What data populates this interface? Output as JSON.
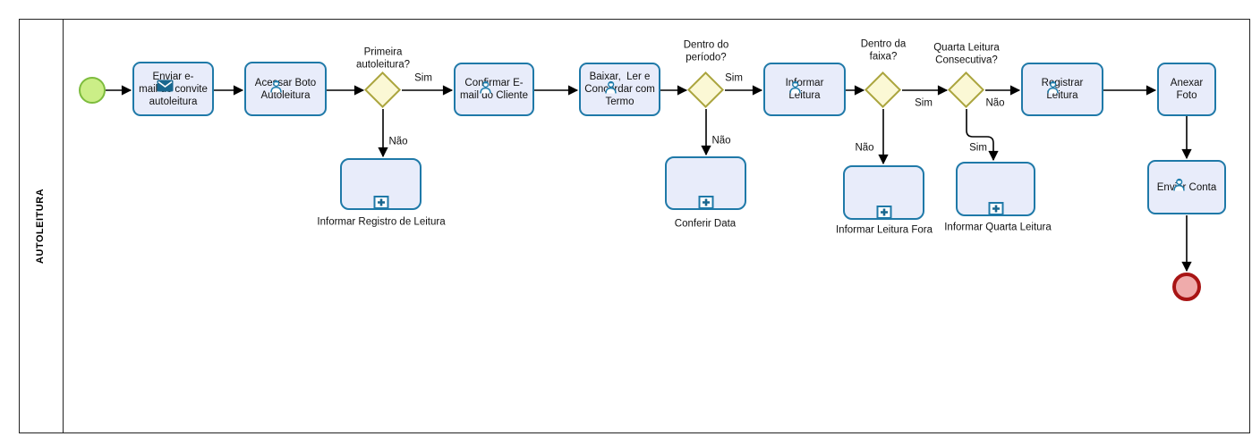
{
  "lane_label": "AUTOLEITURA",
  "tasks": [
    {
      "label": "Enviar e-\nmail de convite\nautoleitura",
      "icon": "mail-send-icon"
    },
    {
      "label": "Acessar Boto\nAutoleitura",
      "icon": "user-icon"
    },
    {
      "label": "Confirmar E-\nmail do Cliente",
      "icon": "user-icon"
    },
    {
      "label": "Baixar,  Ler e\nConcordar com\nTermo",
      "icon": "user-icon"
    },
    {
      "label": "Informar\nLeitura",
      "icon": "user-icon"
    },
    {
      "label": "Registrar\nLeitura",
      "icon": "user-icon"
    },
    {
      "label": "Anexar\nFoto",
      "icon": "none"
    },
    {
      "label": "Enviar Conta",
      "icon": "user-icon"
    }
  ],
  "gateways": [
    {
      "label": "Primeira\nautoleitura?"
    },
    {
      "label": "Dentro do\nperíodo?"
    },
    {
      "label": "Dentro da\nfaixa?"
    },
    {
      "label": "Quarta Leitura\nConsecutiva?"
    }
  ],
  "subprocesses": [
    {
      "label": "Informar Registro de Leitura",
      "marker": "plus-icon"
    },
    {
      "label": "Conferir Data",
      "marker": "plus-icon"
    },
    {
      "label": "Informar Leitura Fora",
      "marker": "plus-icon"
    },
    {
      "label": "Informar Quarta Leitura",
      "marker": "plus-icon"
    }
  ],
  "edges": {
    "primeira_sim": "Sim",
    "primeira_nao": "Não",
    "periodo_sim": "Sim",
    "periodo_nao": "Não",
    "faixa_sim": "Sim",
    "faixa_nao": "Não",
    "quarta_nao": "Não",
    "quarta_sim": "Sim"
  },
  "colors": {
    "task_fill": "#E8ECFA",
    "task_border": "#1F79A8",
    "gateway_fill": "#FBF8D5",
    "gateway_border": "#ABA53F",
    "start_fill": "#CBEE87",
    "start_border": "#7DBC3D",
    "end_fill": "#EFABAB",
    "end_border": "#A81414",
    "connector": "#000000",
    "icon_blue": "#1C7CAB",
    "mail_fill": "#19678F"
  }
}
